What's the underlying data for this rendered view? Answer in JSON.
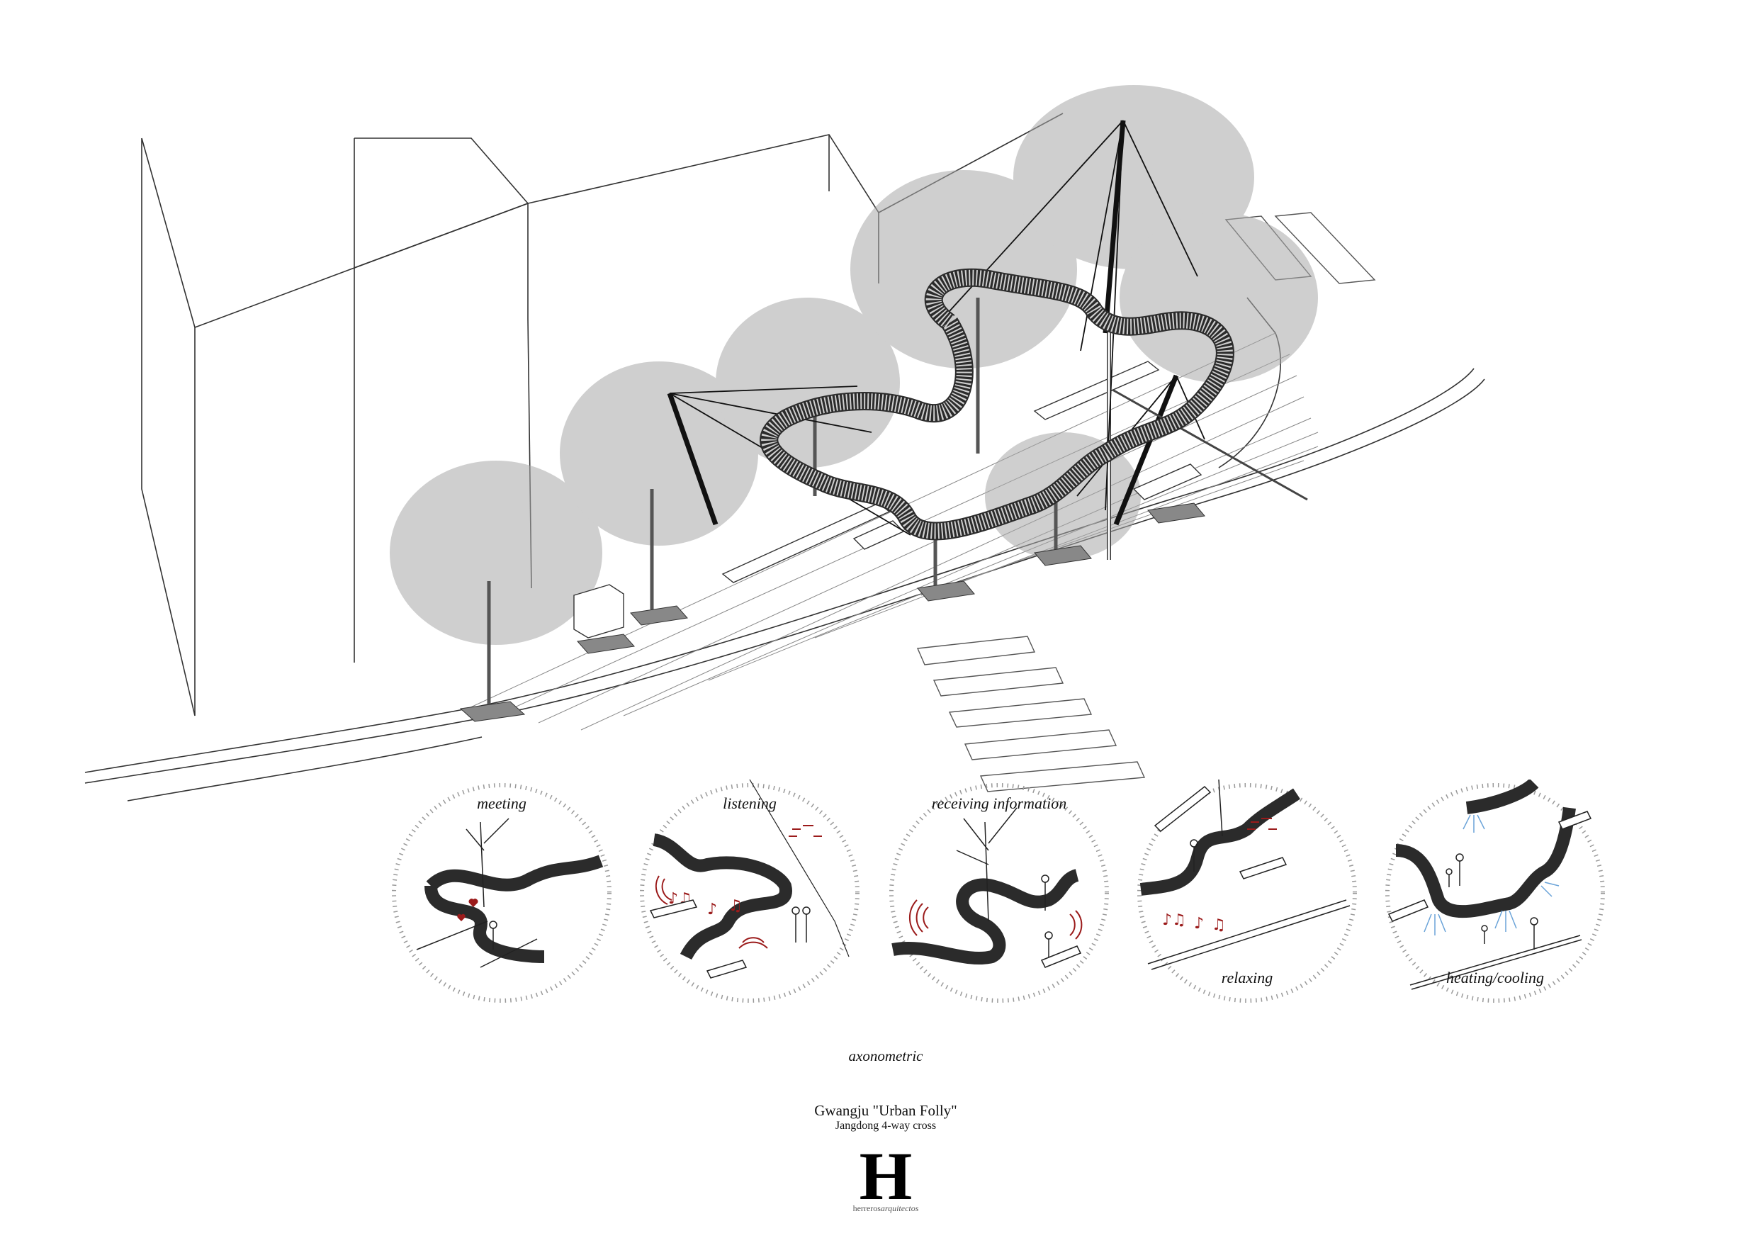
{
  "drawing": {
    "view_caption": "axonometric",
    "project_title": "Gwangju \"Urban Folly\"",
    "project_subtitle": "Jangdong 4-way cross",
    "logo_letter": "H",
    "firm_name_regular": "herreros",
    "firm_name_italic": "arquitectos"
  },
  "vignettes": [
    {
      "label": "meeting",
      "accent": "#9b1b1b"
    },
    {
      "label": "listening",
      "accent": "#9b1b1b"
    },
    {
      "label": "receiving information",
      "accent": "#9b1b1b"
    },
    {
      "label": "relaxing",
      "accent": "#9b1b1b"
    },
    {
      "label": "heating/cooling",
      "accent": "#6aa3d8"
    }
  ],
  "colors": {
    "line": "#222222",
    "canopy": "#9a9a9a",
    "folly": "#2b2b2b",
    "paving": "#bbbbbb"
  }
}
